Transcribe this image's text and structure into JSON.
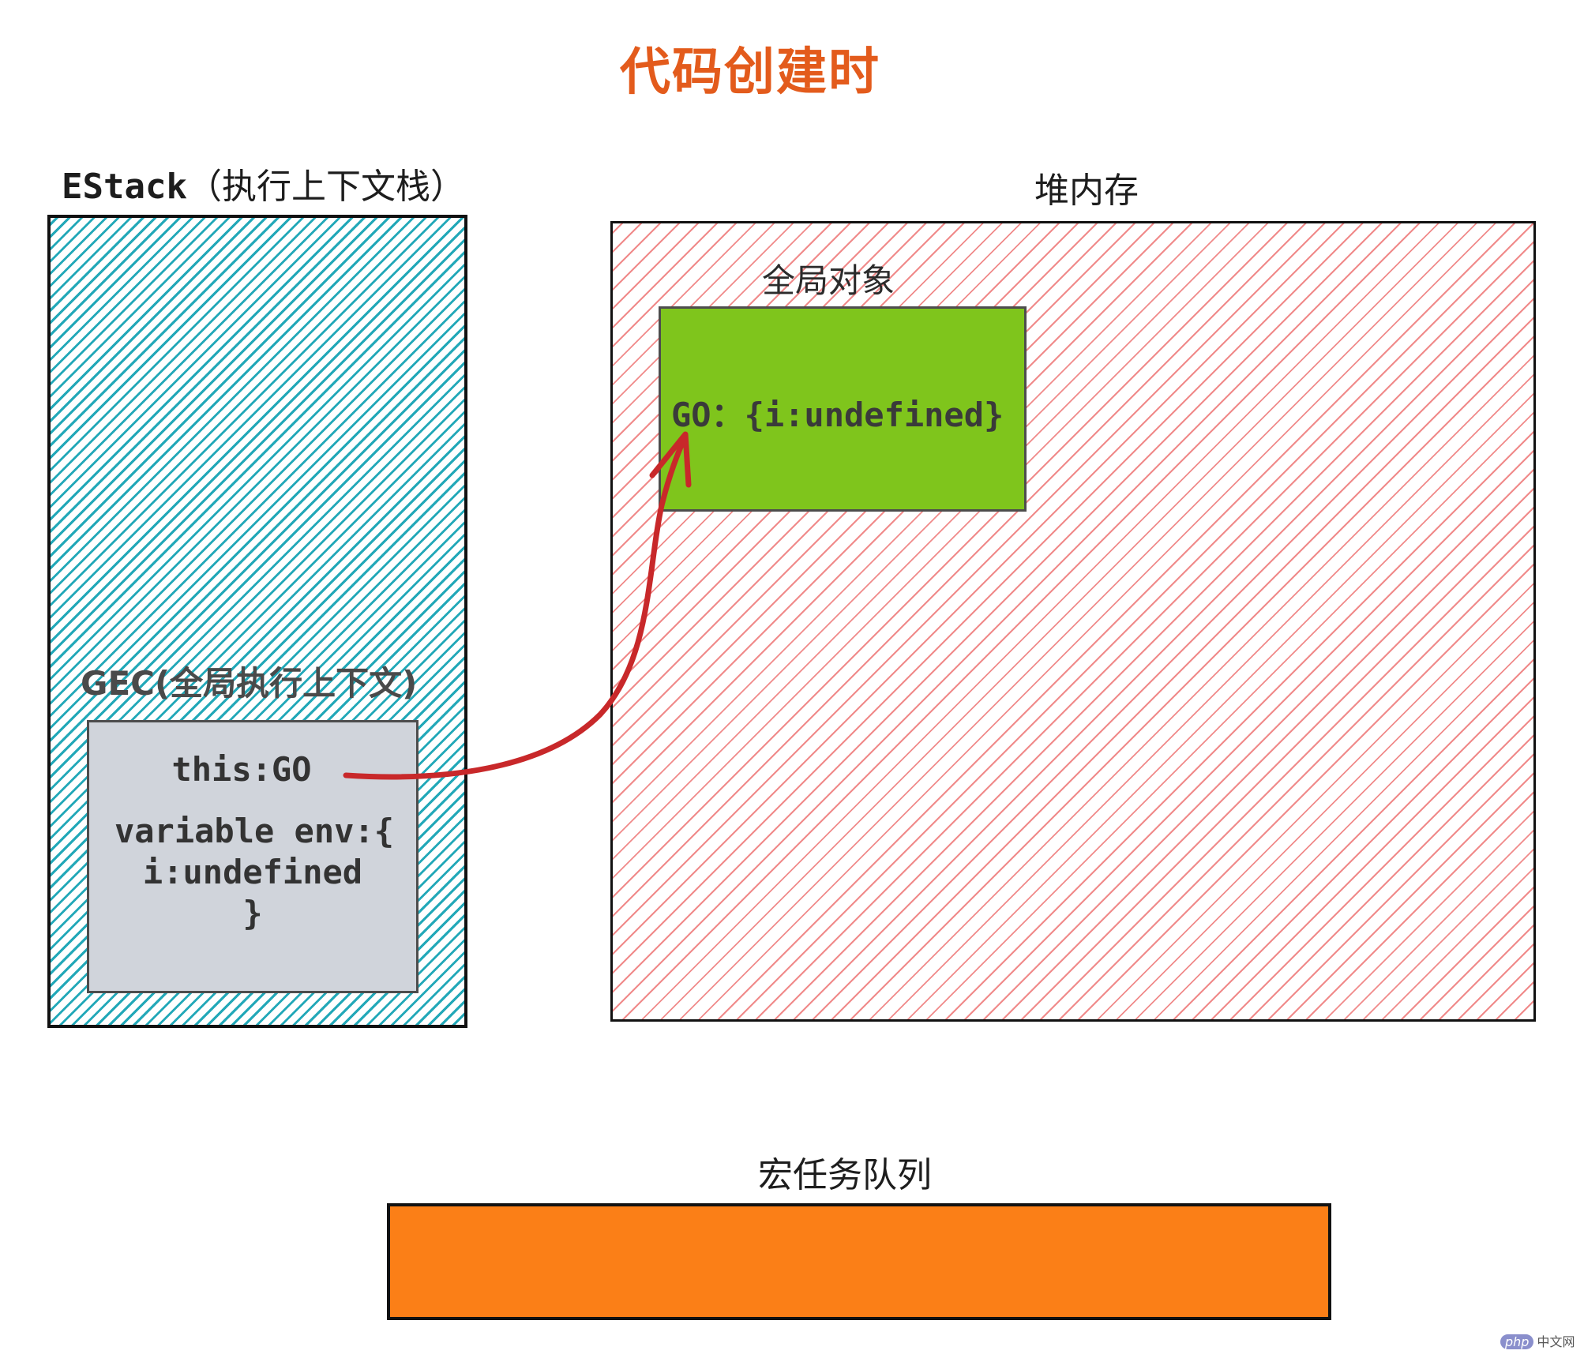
{
  "title": "代码创建时",
  "estack": {
    "label_en": "EStack",
    "label_cn": "（执行上下文栈）"
  },
  "heap": {
    "label": "堆内存",
    "global_object_label": "全局对象",
    "go_text": "GO：{i:undefined}"
  },
  "gec": {
    "label": "GEC(全局执行上下文)",
    "this_line": "this:GO",
    "variable_line": "variable env:{",
    "i_line": "i:undefined",
    "close_line": "}"
  },
  "macro_queue": {
    "label": "宏任务队列"
  },
  "watermark": {
    "badge": "php",
    "text": "中文网"
  },
  "colors": {
    "title": "#e35b1c",
    "stack_hatch": "#22a8b8",
    "heap_hatch": "#f08a8a",
    "go_fill": "#7fc51c",
    "gec_fill": "#d0d4db",
    "queue_fill": "#fb7f17",
    "arrow": "#c8282a"
  }
}
